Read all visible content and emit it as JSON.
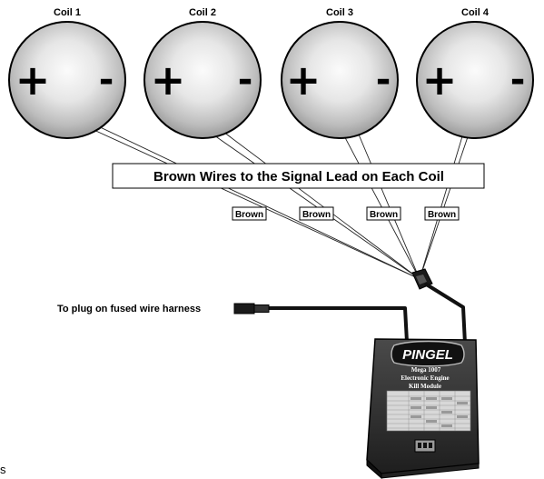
{
  "coils": [
    {
      "title": "Coil 1",
      "plus": "+",
      "minus": "-"
    },
    {
      "title": "Coil 2",
      "plus": "+",
      "minus": "-"
    },
    {
      "title": "Coil 3",
      "plus": "+",
      "minus": "-"
    },
    {
      "title": "Coil 4",
      "plus": "+",
      "minus": "-"
    }
  ],
  "banner": {
    "text": "Brown Wires to the Signal Lead on Each Coil"
  },
  "wire_tags": [
    "Brown",
    "Brown",
    "Brown",
    "Brown"
  ],
  "harness": {
    "label": "To plug on fused wire harness"
  },
  "module": {
    "brand": "PINGEL",
    "model_line": "Mega 1007",
    "name_line1": "Electronic Engine",
    "name_line2": "Kill Module"
  },
  "stray": {
    "text": "s"
  },
  "colors": {
    "coil_light": "#f4f4f4",
    "coil_dark": "#9a9a9a",
    "module_body": "#3a3a3a",
    "module_label": "#dcdcdc",
    "wire": "#1a1a1a"
  }
}
